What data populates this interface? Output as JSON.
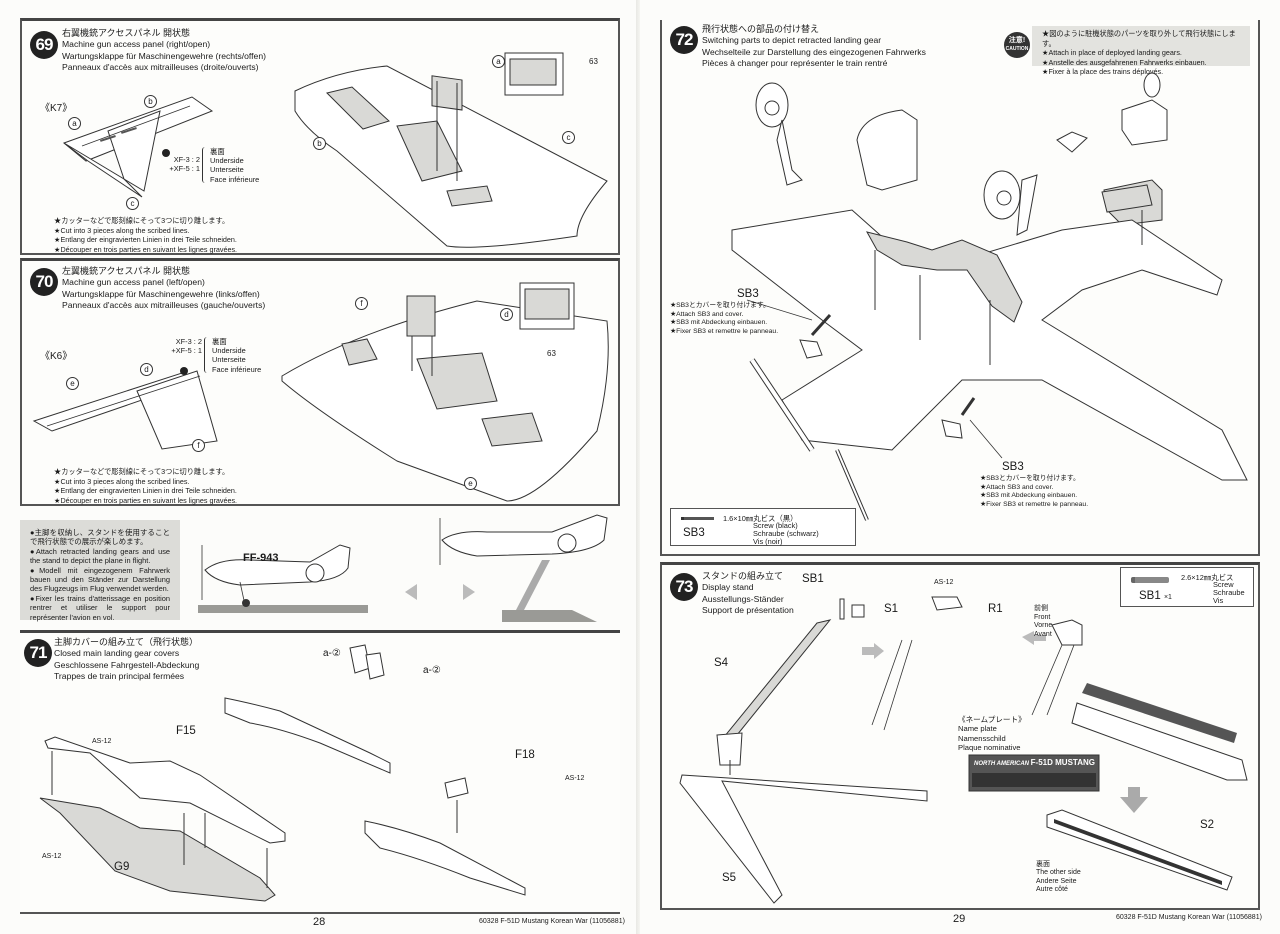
{
  "left_page": {
    "step69": {
      "number": "69",
      "title_jp": "右翼機銃アクセスパネル 開状態",
      "title_en": "Machine gun access panel (right/open)",
      "title_de": "Wartungsklappe für Maschinengewehre (rechts/offen)",
      "title_fr": "Panneaux d'accès aux mitrailleuses (droite/ouverts)",
      "decal_sheet": "《K7》",
      "part_labels": [
        "a",
        "b",
        "c"
      ],
      "paint_codes": [
        "XF-3 : 2",
        "+XF-5 : 1"
      ],
      "paint_desc": [
        "裏面",
        "Underside",
        "Unterseite",
        "Face inférieure"
      ],
      "notes": [
        "★カッターなどで彫刻線にそって3つに切り離します。",
        "★Cut into 3 pieces along the scribed lines.",
        "★Entlang der eingravierten Linien in drei Teile schneiden.",
        "★Découper en trois parties en suivant les lignes gravées."
      ],
      "ref_step": "63"
    },
    "step70": {
      "number": "70",
      "title_jp": "左翼機銃アクセスパネル 開状態",
      "title_en": "Machine gun access panel (left/open)",
      "title_de": "Wartungsklappe für Maschinengewehre (links/offen)",
      "title_fr": "Panneaux d'accès aux mitrailleuses (gauche/ouverts)",
      "decal_sheet": "《K6》",
      "part_labels": [
        "d",
        "e",
        "f"
      ],
      "paint_codes": [
        "XF-3 : 2",
        "+XF-5 : 1"
      ],
      "paint_desc": [
        "裏面",
        "Underside",
        "Unterseite",
        "Face inférieure"
      ],
      "notes": [
        "★カッターなどで彫刻線にそって3つに切り離します。",
        "★Cut into 3 pieces along the scribed lines.",
        "★Entlang der eingravierten Linien in drei Teile schneiden.",
        "★Découper en trois parties en suivant les lignes gravées."
      ],
      "ref_step": "63"
    },
    "flight_info": {
      "lines": [
        "●主脚を収納し、スタンドを使用することで飛行状態での展示が楽しめます。",
        "●Attach retracted landing gears and use the stand to depict the plane in flight.",
        "●Modell mit eingezogenem Fahrwerk bauen und den Ständer zur Darstellung des Flugzeugs im Flug verwendet werden.",
        "●Fixer les trains d'atterissage en position rentrer et utiliser le support pour représenter l'avion en vol."
      ],
      "aircraft_code": "FF-943"
    },
    "step71": {
      "number": "71",
      "title_jp": "主脚カバーの組み立て（飛行状態）",
      "title_en": "Closed main landing gear covers",
      "title_de": "Geschlossene Fahrgestell-Abdeckung",
      "title_fr": "Trappes de train principal fermées",
      "parts": [
        "F15",
        "G9",
        "F18"
      ],
      "paint": "AS-12",
      "decal_ref": "a-②"
    },
    "page_number": "28",
    "footer": "60328  F-51D Mustang Korean War (11056881)"
  },
  "right_page": {
    "step72": {
      "number": "72",
      "title_jp": "飛行状態への部品の付け替え",
      "title_en": "Switching parts to depict retracted landing gear",
      "title_de": "Wechselteile zur Darstellung des eingezogenen Fahrwerks",
      "title_fr": "Pièces à changer pour représenter le train rentré",
      "caution_badge": [
        "注意!",
        "CAUTION"
      ],
      "caution": [
        "★図のように駐機状態のパーツを取り外して飛行状態にします。",
        "★Attach in place of deployed landing gears.",
        "★Anstelle des ausgefahrenen Fahrwerks einbauen.",
        "★Fixer à la place des trains déployés."
      ],
      "screw_label": "SB3",
      "screw_notes": [
        "★SB3とカバーを取り付けます。",
        "★Attach SB3 and cover.",
        "★SB3 mit Abdeckung einbauen.",
        "★Fixer SB3 et remettre le panneau."
      ],
      "screw_box": {
        "size": "1.6×10㎜丸ビス（黒）",
        "lines": [
          "Screw (black)",
          "Schraube (schwarz)",
          "Vis (noir)"
        ],
        "label": "SB3"
      }
    },
    "step73": {
      "number": "73",
      "title_jp": "スタンドの組み立て",
      "title_en": "Display stand",
      "title_de": "Ausstellungs-Ständer",
      "title_fr": "Support de présentation",
      "parts": [
        "SB1",
        "S1",
        "S4",
        "S5",
        "R1",
        "S2"
      ],
      "paint": "AS-12",
      "front_label": [
        "前側",
        "Front",
        "Vorne",
        "Avant"
      ],
      "screw_box": {
        "size": "2.6×12㎜丸ビス",
        "lines": [
          "Screw",
          "Schraube",
          "Vis"
        ],
        "label": "SB1",
        "qty": "×1"
      },
      "nameplate_title": [
        "《ネームプレート》",
        "Name plate",
        "Namensschild",
        "Plaque nominative"
      ],
      "nameplate_text": [
        "NORTH AMERICAN",
        "F-51D MUSTANG"
      ],
      "other_side": [
        "裏面",
        "The other side",
        "Andere Seite",
        "Autre côté"
      ]
    },
    "page_number": "29",
    "footer": "60328  F-51D Mustang Korean War (11056881)"
  },
  "colors": {
    "badge": "#222222",
    "panel_border": "#555555",
    "callout_bg": "#dcdcd8",
    "part_gray": "#d9d9d6",
    "arrow_gray": "#bbbbbb"
  }
}
